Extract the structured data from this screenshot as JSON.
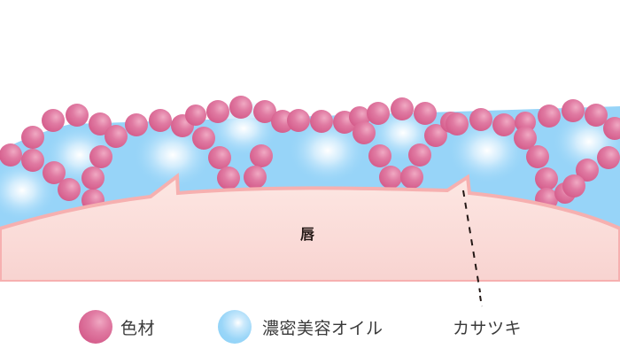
{
  "diagram": {
    "lip_label": "唇",
    "legend": [
      {
        "key": "pigment",
        "label": "色材",
        "color": "#dc6492"
      },
      {
        "key": "oil",
        "label": "濃密美容オイル",
        "color": "#95d4f7"
      },
      {
        "key": "dryness",
        "label": "カサツキ",
        "marker": "dashed-line"
      }
    ],
    "colors": {
      "pigment_sphere": "#dc6492",
      "oil_droplet": "#95d4f7",
      "lip_fill": "#fbe0dc",
      "lip_outline": "#f6b0b0",
      "leader_line": "#231815"
    }
  }
}
